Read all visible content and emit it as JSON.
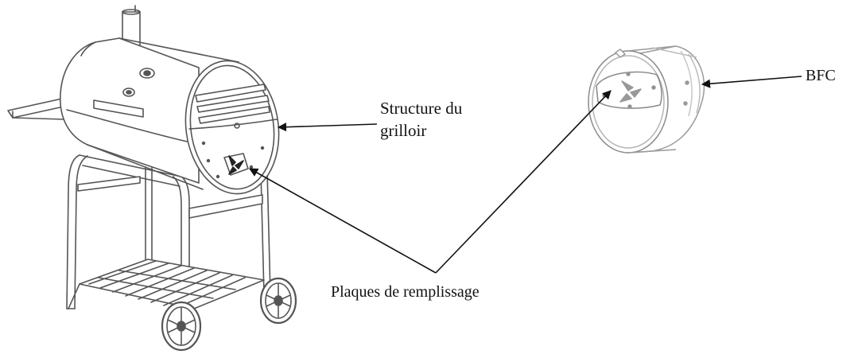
{
  "labels": {
    "structure_line1": "Structure du",
    "structure_line2": "grilloir",
    "plaques": "Plaques de remplissage",
    "bfc": "BFC"
  },
  "colors": {
    "line": "#111111",
    "drawing": "#555555",
    "drawing_light": "#999999",
    "background": "#ffffff"
  }
}
